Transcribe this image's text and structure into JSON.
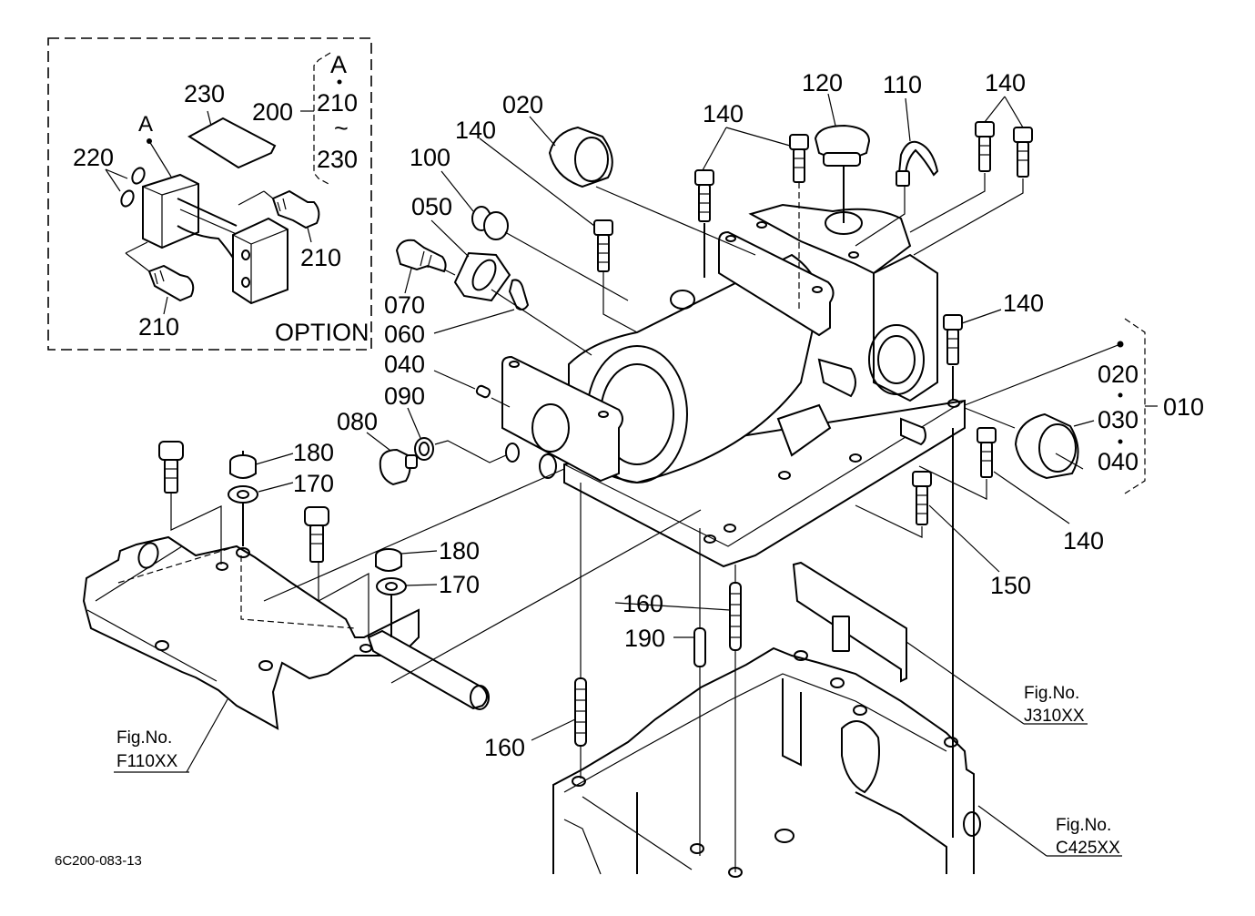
{
  "diagram": {
    "drawing_code": "6C200-083-13",
    "option_box": {
      "title": "OPTION",
      "assembly_ref": "A",
      "assembly_part": "200",
      "assembly_contents": [
        "A",
        "210",
        "~",
        "230"
      ],
      "callouts": [
        "230",
        "220",
        "210",
        "210",
        "A"
      ]
    },
    "main_assembly": {
      "part": "010",
      "contents": [
        "020",
        "030",
        "040"
      ]
    },
    "callouts": {
      "c020": "020",
      "c140a": "140",
      "c100": "100",
      "c050": "050",
      "c070": "070",
      "c060": "060",
      "c040": "040",
      "c090": "090",
      "c080": "080",
      "c140b": "140",
      "c120": "120",
      "c110": "110",
      "c140c": "140",
      "c140d": "140",
      "c140e": "140",
      "c150": "150",
      "c180a": "180",
      "c170a": "170",
      "c180b": "180",
      "c170b": "170",
      "c160a": "160",
      "c190": "190",
      "c160b": "160"
    },
    "figure_refs": [
      {
        "line1": "Fig.No.",
        "line2": "F110XX"
      },
      {
        "line1": "Fig.No.",
        "line2": "J310XX"
      },
      {
        "line1": "Fig.No.",
        "line2": "C425XX"
      }
    ]
  }
}
